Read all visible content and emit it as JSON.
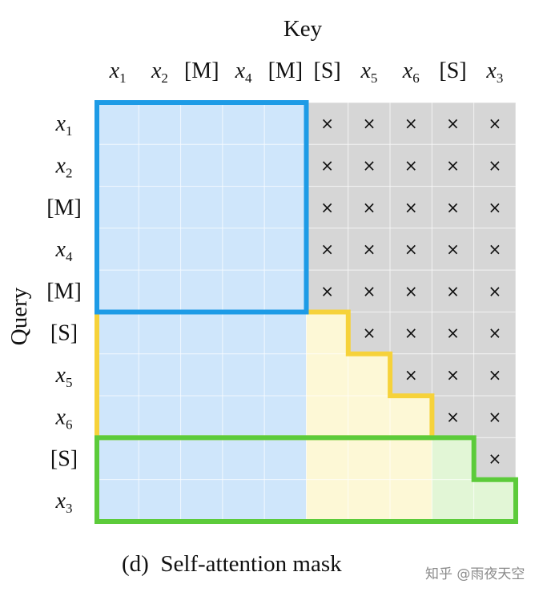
{
  "diagram": {
    "key_label": "Key",
    "query_label": "Query",
    "caption": "(d)  Self-attention mask",
    "watermark": "知乎 @雨夜天空",
    "mask_symbol": "×",
    "tokens": [
      {
        "base": "x",
        "sub": "1",
        "text": ""
      },
      {
        "base": "x",
        "sub": "2",
        "text": ""
      },
      {
        "base": "",
        "sub": "",
        "text": "[M]"
      },
      {
        "base": "x",
        "sub": "4",
        "text": ""
      },
      {
        "base": "",
        "sub": "",
        "text": "[M]"
      },
      {
        "base": "",
        "sub": "",
        "text": "[S]"
      },
      {
        "base": "x",
        "sub": "5",
        "text": ""
      },
      {
        "base": "x",
        "sub": "6",
        "text": ""
      },
      {
        "base": "",
        "sub": "",
        "text": "[S]"
      },
      {
        "base": "x",
        "sub": "3",
        "text": ""
      }
    ],
    "mask_rows": [
      "BBBBBXXXXX",
      "BBBBBXXXXX",
      "BBBBBXXXXX",
      "BBBBBXXXXX",
      "BBBBBXXXXX",
      "BBBBBYXXXX",
      "BBBBBYYXXX",
      "BBBBBYYYXX",
      "BBBBBYYYGX",
      "BBBBBYYYGG"
    ],
    "colors": {
      "blue_fill": "#cfe6fb",
      "yellow_fill": "#fdf8d6",
      "green_fill": "#e2f6d6",
      "masked_fill": "#d6d6d6",
      "blue_border": "#1d9be6",
      "yellow_border": "#f6d23a",
      "green_border": "#5ccb3a"
    }
  }
}
